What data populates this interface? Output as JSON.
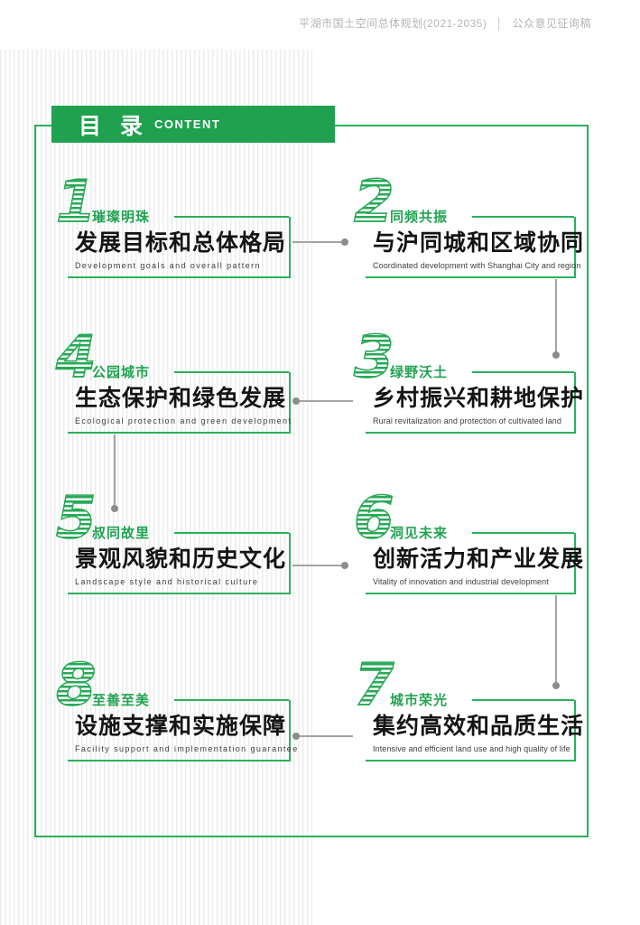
{
  "header": {
    "doc_title": "平湖市国土空间总体规划(2021-2035)",
    "separator": "│",
    "doc_subtitle": "公众意见征询稿"
  },
  "toc": {
    "title_cn": "目 录",
    "title_en": "CONTENT"
  },
  "items": [
    {
      "num": "1",
      "tag": "璀璨明珠",
      "title": "发展目标和总体格局",
      "subtitle": "Development goals and overall pattern"
    },
    {
      "num": "2",
      "tag": "同频共振",
      "title": "与沪同城和区域协同",
      "subtitle": "Coordinated development with Shanghai City and region"
    },
    {
      "num": "3",
      "tag": "绿野沃土",
      "title": "乡村振兴和耕地保护",
      "subtitle": "Rural revitalization and protection of cultivated land"
    },
    {
      "num": "4",
      "tag": "公园城市",
      "title": "生态保护和绿色发展",
      "subtitle": "Ecological protection and green development"
    },
    {
      "num": "5",
      "tag": "叔同故里",
      "title": "景观风貌和历史文化",
      "subtitle": "Landscape style and historical culture"
    },
    {
      "num": "6",
      "tag": "洞见未来",
      "title": "创新活力和产业发展",
      "subtitle": "Vitality of innovation and industrial development"
    },
    {
      "num": "7",
      "tag": "城市荣光",
      "title": "集约高效和品质生活",
      "subtitle": "Intensive and efficient land use and high quality of life"
    },
    {
      "num": "8",
      "tag": "至善至美",
      "title": "设施支撑和实施保障",
      "subtitle": "Facility support and implementation guarantee"
    }
  ],
  "colors": {
    "accent_green": "#1fa150",
    "frame_green": "#2bb05c",
    "tag_green": "#21a352",
    "connector_gray": "#a3a3a3",
    "dot_gray": "#8c8c8c",
    "header_gray": "#b5b5b5"
  }
}
